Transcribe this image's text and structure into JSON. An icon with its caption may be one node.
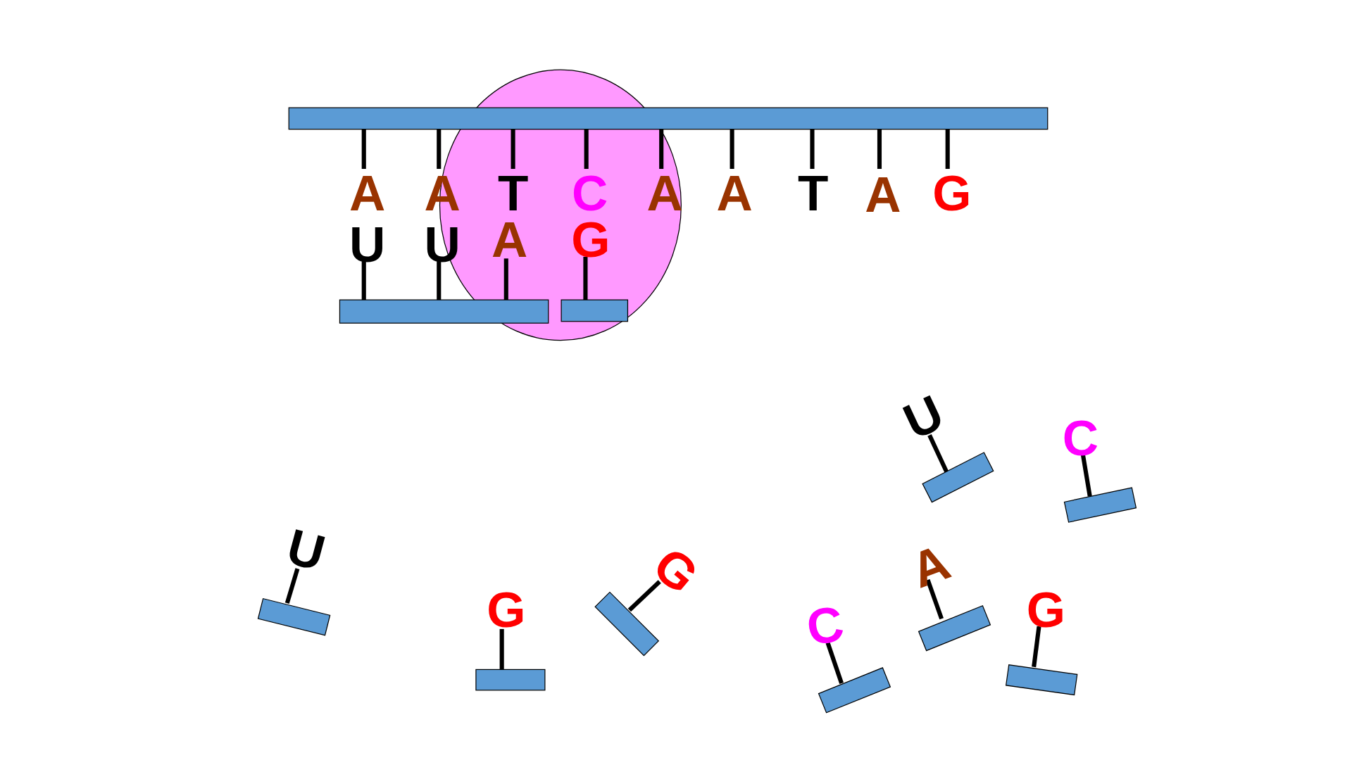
{
  "diagram": {
    "labels": [
      "A",
      "A",
      "T",
      "C",
      "A",
      "A",
      "T",
      "A",
      "G",
      "U",
      "U",
      "A",
      "G",
      "U",
      "C",
      "U",
      "G",
      "A",
      "G",
      "G",
      "C"
    ]
  }
}
